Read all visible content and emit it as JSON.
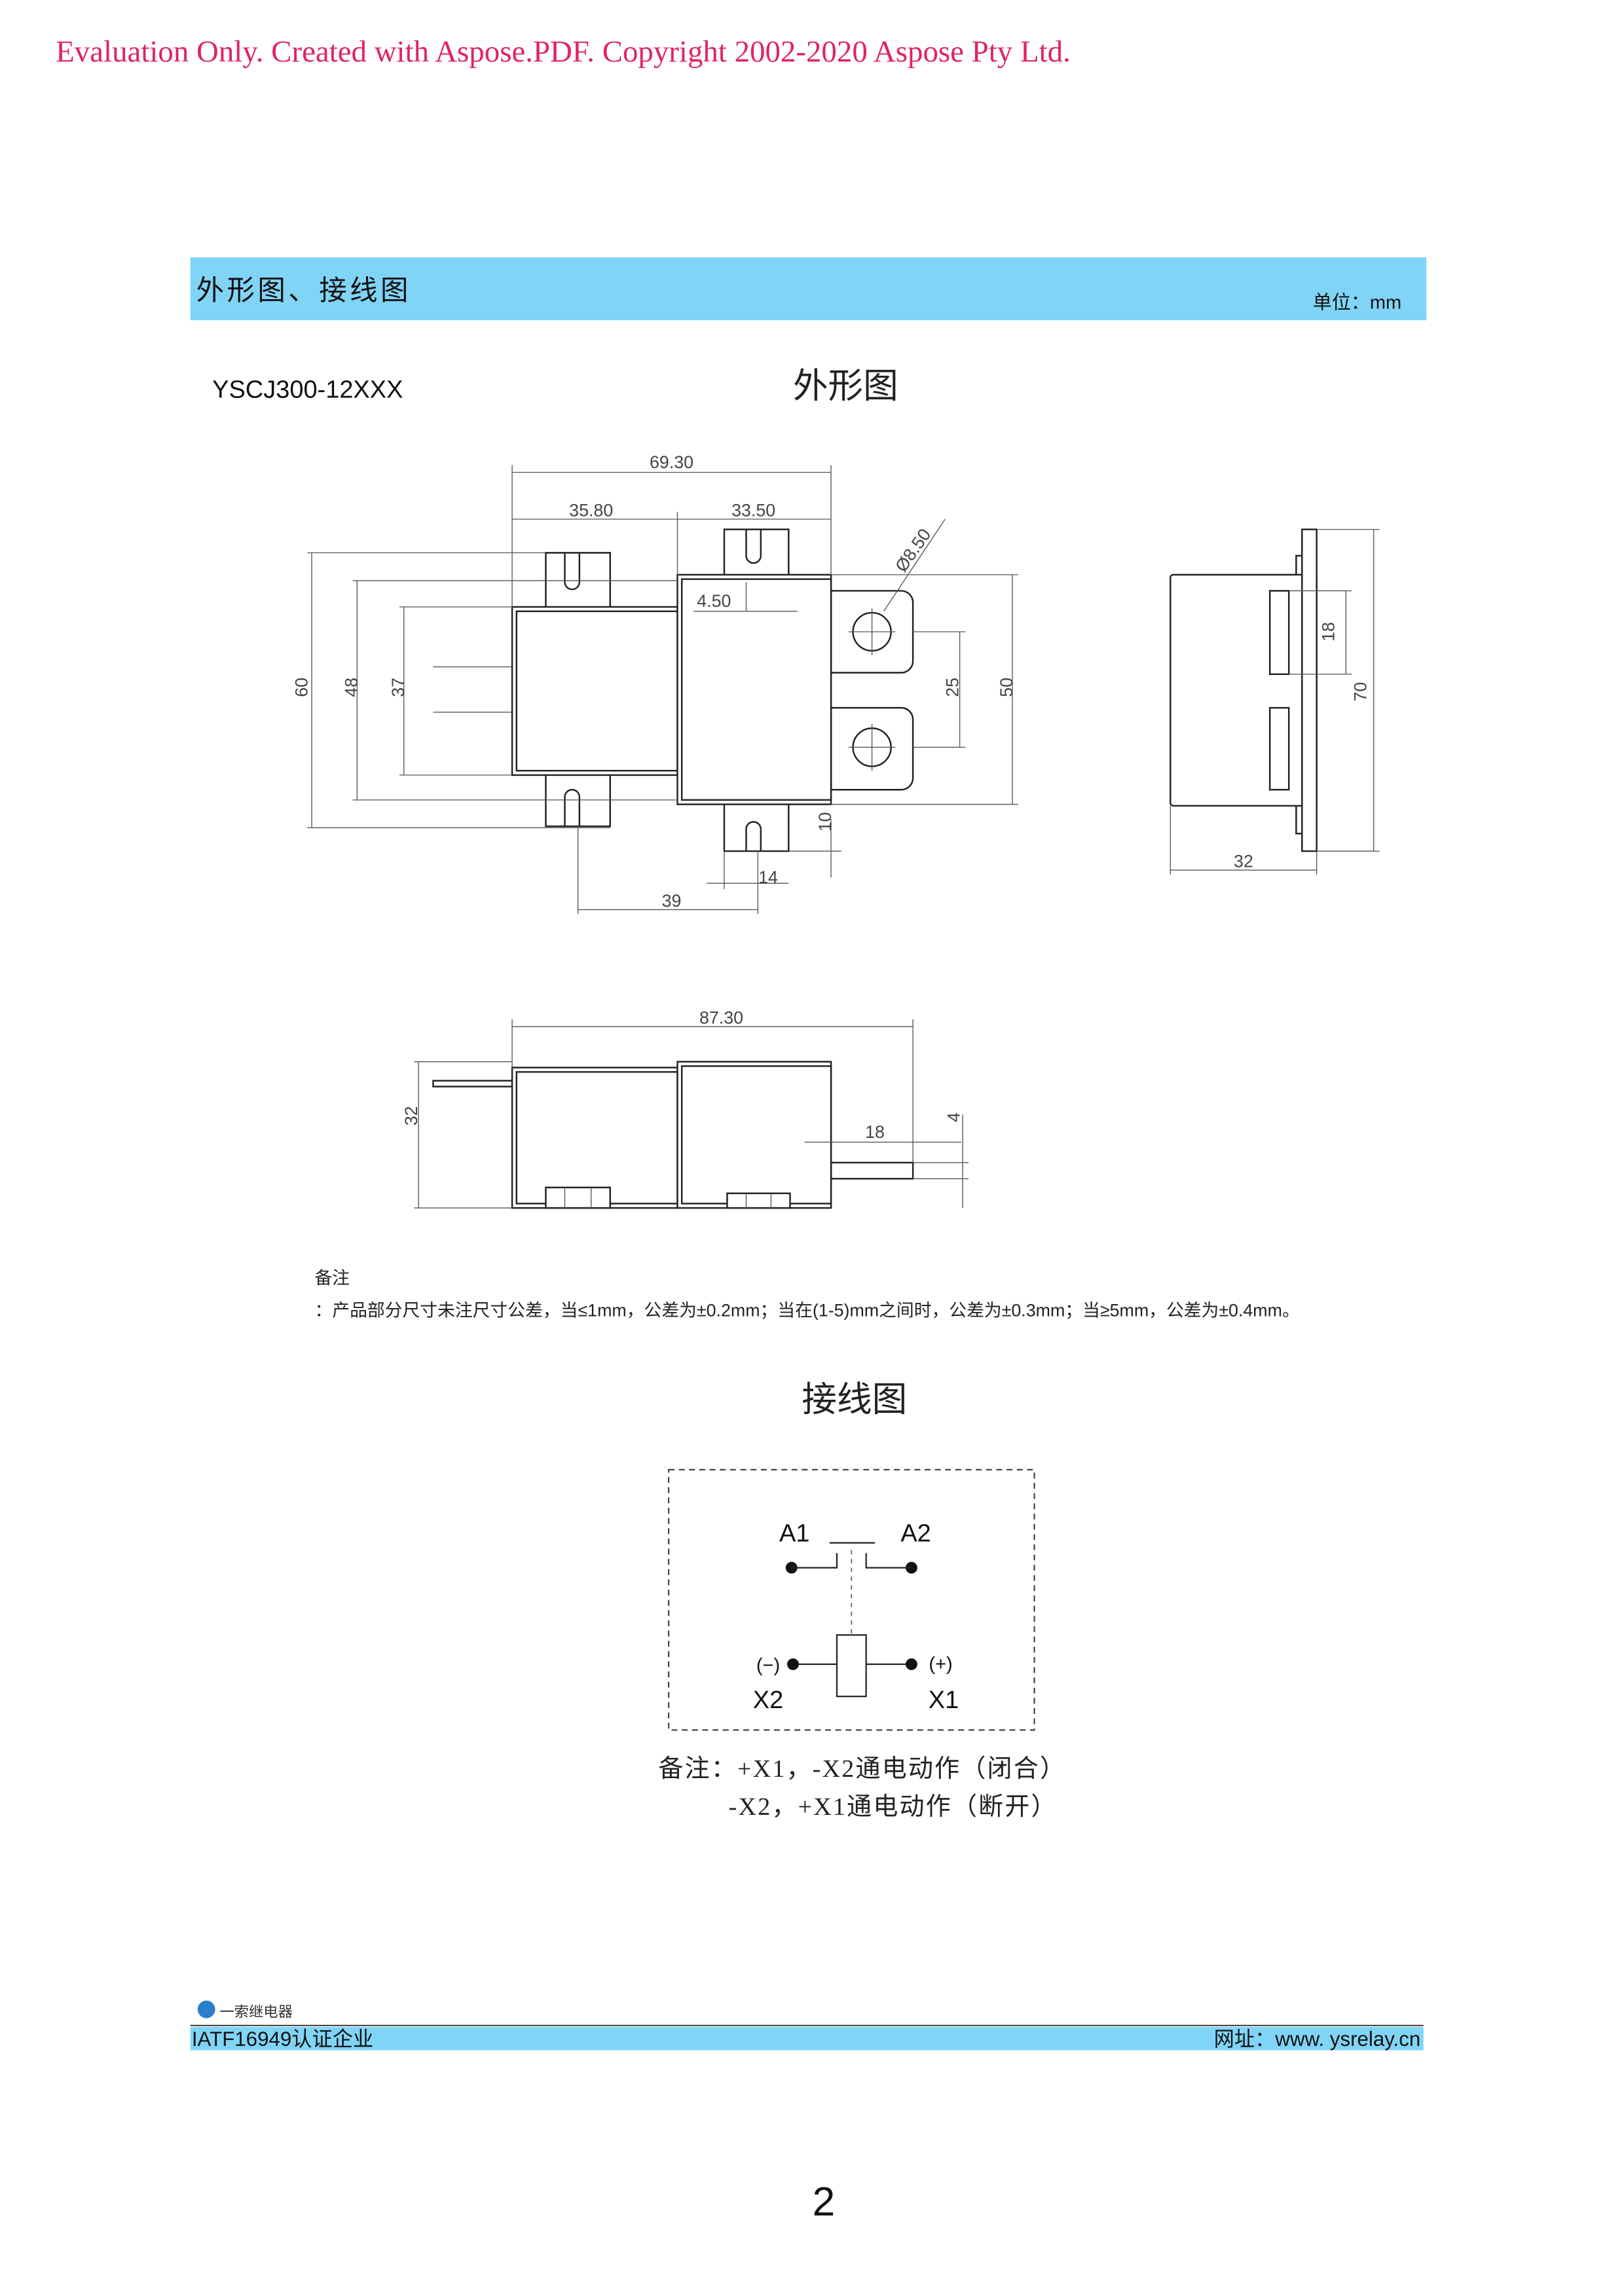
{
  "watermark": "Evaluation Only. Created with Aspose.PDF. Copyright 2002-2020 Aspose Pty Ltd.",
  "header": {
    "title": "外形图、接线图",
    "unit": "单位：mm",
    "color": "#80d4f5"
  },
  "model": "YSCJ300-12XXX",
  "outline_title": "外形图",
  "top_view_dims": {
    "d1": "69.30",
    "d2": "35.80",
    "d3": "33.50",
    "d4": "Ø8.50",
    "d5": "4.50",
    "d6": "60",
    "d7": "48",
    "d8": "37",
    "d9": "25",
    "d10": "50",
    "d11": "10",
    "d12": "14",
    "d13": "39"
  },
  "side_view_dims": {
    "d1": "18",
    "d2": "70",
    "d3": "32"
  },
  "bottom_view_dims": {
    "d1": "87.30",
    "d2": "32",
    "d3": "18",
    "d4": "4"
  },
  "notes": {
    "label": "备注",
    "text": "：产品部分尺寸未注尺寸公差，当≤1mm，公差为±0.2mm；当在(1-5)mm之间时，公差为±0.3mm；当≥5mm，公差为±0.4mm。"
  },
  "wiring_title": "接线图",
  "wiring": {
    "a1": "A1",
    "a2": "A2",
    "minus": "(−)",
    "plus": "(+)",
    "x2": "X2",
    "x1": "X1"
  },
  "wiring_notes": {
    "line1": "备注：+X1，-X2通电动作（闭合）",
    "line2": "-X2，+X1通电动作（断开）"
  },
  "footer": {
    "brand": "一索继电器",
    "cert": "IATF16949认证企业",
    "website": "网址：www. ysrelay.cn"
  },
  "page_number": "2"
}
